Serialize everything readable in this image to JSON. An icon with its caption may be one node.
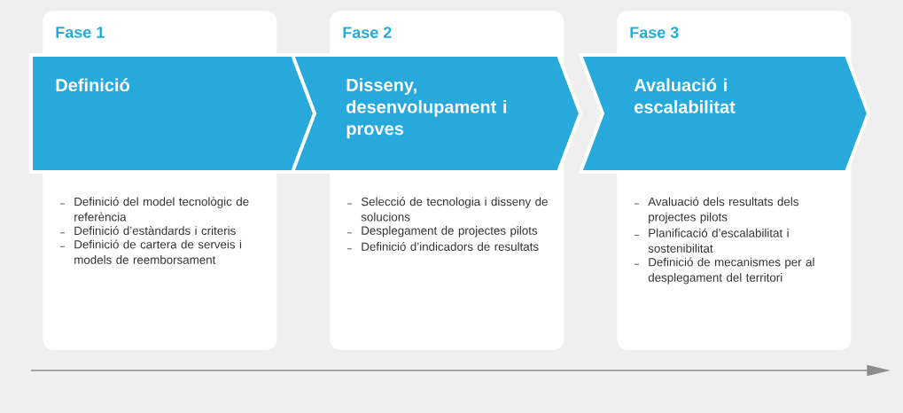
{
  "diagram": {
    "nodes": [
      {
        "text": [
          "Fase 1",
          "Definició del model tecnològic de referència",
          "Definició d’estàndards i criteris",
          "Definició de cartera de serveis i models de reemborsament"
        ]
      },
      {
        "text": [
          "Definició"
        ]
      },
      {
        "text": [
          "Fase 2",
          "Selecció de tecnologia i disseny de solucions",
          "Desplegament de projectes pilots",
          "Definició d’indicadors de resultats"
        ]
      },
      {
        "text": [
          "Disseny, desenvolupament i proves"
        ]
      },
      {
        "text": [
          "Fase 3",
          "Avaluació dels resultats dels projectes pilots",
          "Planificació d’escalabilitat i sostenibilitat",
          "Definició de mecanismes per al desplegament del territori"
        ]
      },
      {
        "text": [
          "Avaluació i escalabilitat"
        ]
      }
    ]
  }
}
